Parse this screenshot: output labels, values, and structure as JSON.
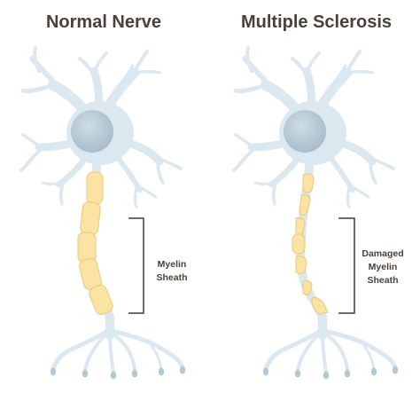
{
  "panels": {
    "normal": {
      "title": "Normal Nerve",
      "label": [
        "Myelin",
        "Sheath"
      ]
    },
    "ms": {
      "title": "Multiple Sclerosis",
      "label": [
        "Damaged",
        "Myelin",
        "Sheath"
      ]
    }
  },
  "colors": {
    "neuron_fill": "#dbe8ef",
    "neuron_edge": "#b8ccd6",
    "soma": "#b4c8d3",
    "myelin": "#fbe3a4",
    "myelin_edge": "#e9c877",
    "text": "#4a3f39",
    "bracket": "#3c3c3c"
  }
}
